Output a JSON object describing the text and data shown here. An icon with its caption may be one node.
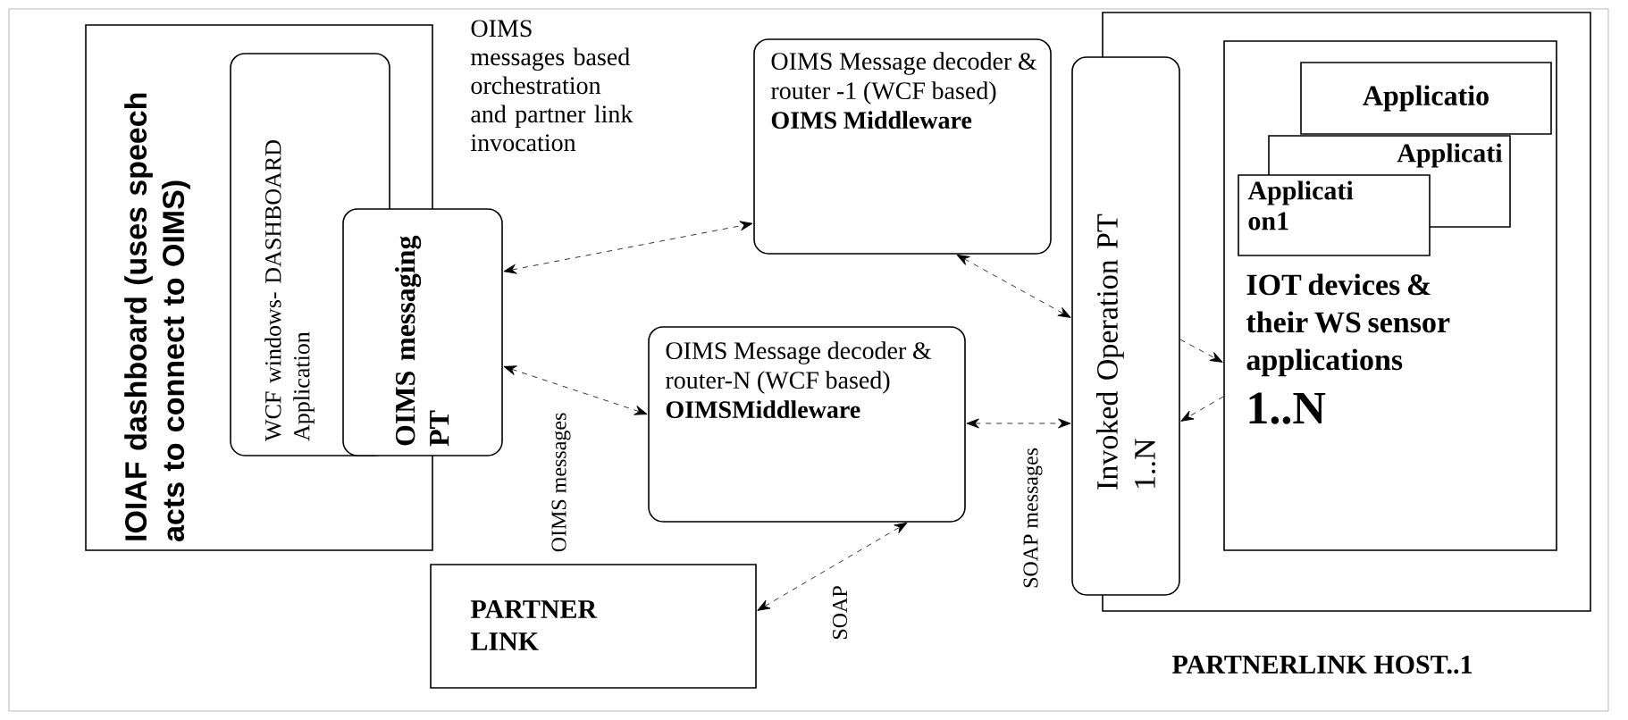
{
  "diagram": {
    "nodes": [
      {
        "text": [
          "IOIAF dashboard (uses speech acts to connect to OIMS)"
        ]
      },
      {
        "text": [
          "WCF windows- DASHBOARD Application"
        ],
        "in": 0
      },
      {
        "text": [
          "OIMS messaging PT"
        ]
      },
      {
        "text": [
          "OIMS Message decoder & router -1 (WCF based)",
          "OIMS Middleware"
        ]
      },
      {
        "text": [
          "OIMS Message decoder & router-N (WCF based)",
          "OIMSMiddleware"
        ]
      },
      {
        "text": [
          "PARTNER LINK"
        ]
      },
      {
        "text": [
          "PARTNERLINK HOST..1"
        ]
      },
      {
        "text": [
          "Invoked Operation PT 1..N"
        ]
      },
      {
        "text": [
          "IOT devices & their WS sensor applications",
          "1..N"
        ],
        "in": 6
      },
      {
        "text": [
          "Applicatio"
        ],
        "in": 8
      },
      {
        "text": [
          "Applicati"
        ],
        "in": 8
      },
      {
        "text": [
          "Applicati on1"
        ],
        "in": 8
      }
    ],
    "edges": [
      {
        "from": 2,
        "to": 3,
        "arrow": "both",
        "style": "dashed",
        "label": "OIMS messages based orchestration and partner link invocation"
      },
      {
        "from": 2,
        "to": 4,
        "arrow": "both",
        "style": "dashed",
        "label": "OIMS messages"
      },
      {
        "from": 3,
        "to": 7,
        "arrow": "both",
        "style": "dashed"
      },
      {
        "from": 4,
        "to": 7,
        "arrow": "both",
        "style": "dashed",
        "label": "SOAP messages"
      },
      {
        "from": 5,
        "to": 4,
        "arrow": "both",
        "style": "dashed",
        "label": "SOAP"
      },
      {
        "from": 7,
        "to": 8,
        "arrow": "to",
        "style": "dashed"
      },
      {
        "from": 8,
        "to": 7,
        "arrow": "to",
        "style": "dashed"
      }
    ]
  }
}
